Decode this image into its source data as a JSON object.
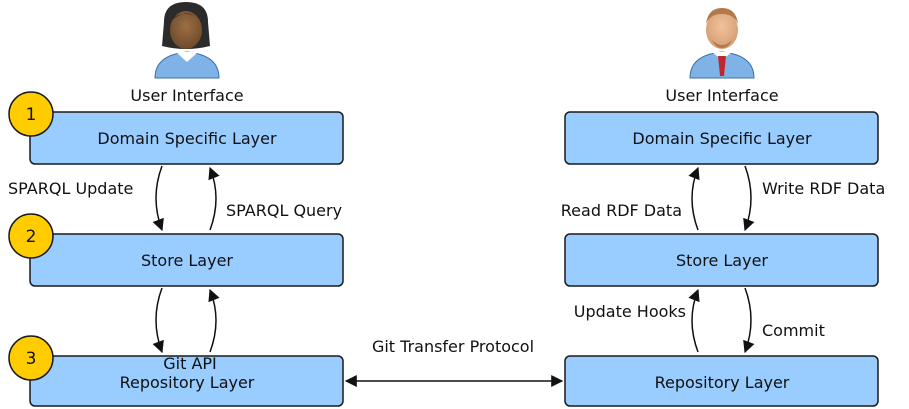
{
  "left": {
    "user_label": "User Interface",
    "layers": {
      "domain": "Domain Specific Layer",
      "store": "Store Layer",
      "repo": "Repository Layer"
    },
    "arrows": {
      "down_1": "SPARQL Update",
      "up_1": "SPARQL Query",
      "api": "Git API"
    },
    "badges": [
      "1",
      "2",
      "3"
    ]
  },
  "right": {
    "user_label": "User Interface",
    "layers": {
      "domain": "Domain Specific Layer",
      "store": "Store Layer",
      "repo": "Repository Layer"
    },
    "arrows": {
      "up_1": "Read RDF Data",
      "down_1": "Write RDF Data",
      "up_2": "Update Hooks",
      "down_2": "Commit"
    }
  },
  "middle": {
    "transfer_label": "Git Transfer Protocol"
  },
  "colors": {
    "box_fill": "#99ccff",
    "box_stroke": "#1a1a1a",
    "badge_fill": "#ffcc00"
  },
  "icons": {
    "left_user": "female-user-icon",
    "right_user": "male-user-icon"
  }
}
